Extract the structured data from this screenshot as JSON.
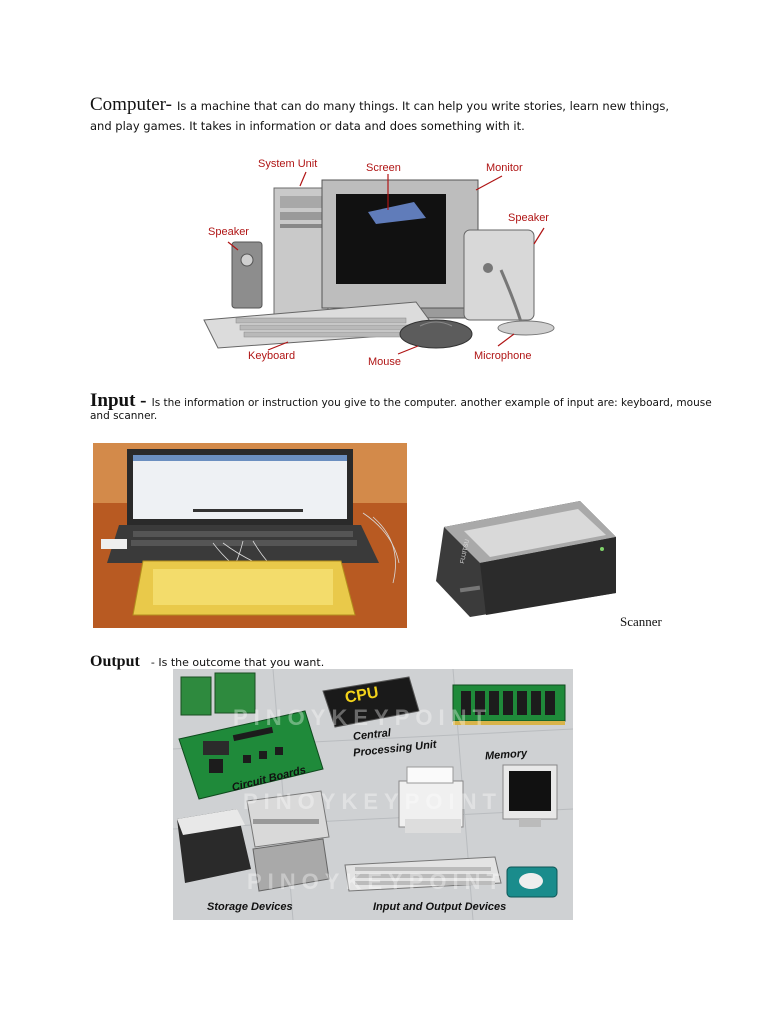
{
  "sections": {
    "computer": {
      "heading": "Computer-",
      "line1": "Is a machine that can do many things. It can help you write stories, learn new things,",
      "line2": "and play games. It takes in information or data and does something with it."
    },
    "input": {
      "heading": "Input -",
      "line1": "Is the information or instruction you give to the computer. another example of input are: keyboard, mouse",
      "line2": "and scanner."
    },
    "output": {
      "heading": "Output",
      "text": "- Is the outcome that you want."
    }
  },
  "computer_figure": {
    "labels": {
      "system_unit": "System Unit",
      "screen": "Screen",
      "monitor": "Monitor",
      "speaker_left": "Speaker",
      "speaker_right": "Speaker",
      "keyboard": "Keyboard",
      "mouse": "Mouse",
      "microphone": "Microphone"
    }
  },
  "scanner_caption": "Scanner",
  "scanner_brand": "FUJITSU",
  "output_figure": {
    "cpu_chip": "CPU",
    "cpu_label_line1": "Central",
    "cpu_label_line2": "Processing Unit",
    "memory": "Memory",
    "circuit_boards": "Circuit Boards",
    "storage_devices": "Storage Devices",
    "io_devices": "Input and Output Devices",
    "watermark": "PINOYKEYPOINT"
  },
  "colors": {
    "label_red": "#b01515",
    "board_green": "#1f8a3a"
  }
}
